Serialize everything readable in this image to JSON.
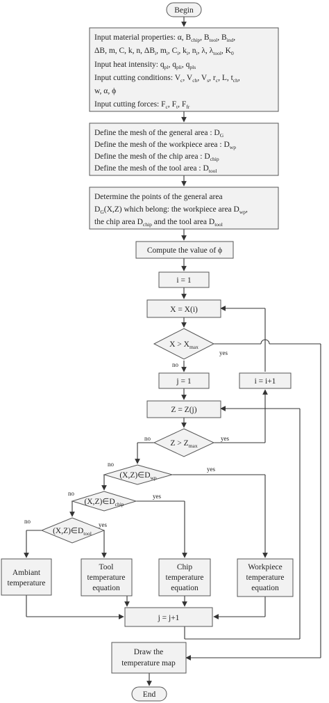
{
  "nodes": {
    "begin": "Begin",
    "input": [
      "Input material properties: α, B<chip>, B<tool>, B<ind>,",
      "ΔB, m, C, k, n, ΔB<i>, m<i>, C<i>, k<i>, n<i>, λ, λ<tool>, K<0>",
      "Input heat intensity: q<pl>, q<pli>, q<pls>",
      "Input  cutting conditions: V<c>, V<ch>, V<s>, r<c>, L, t<ch>,",
      "w, α, ϕ",
      "Input  cutting forces: F<c>, F<t>, F<fr>"
    ],
    "mesh": [
      "Define the mesh of the general area : D<G>",
      "Define the mesh of the workpiece area : D<wp>",
      "Define the mesh of the chip area : D<chip>",
      "Define the mesh of the tool area : D<tool>"
    ],
    "points": [
      "Determine the points of the general area",
      "D<G>(X,Z) which belong: the workpiece area D<wp>,",
      "the chip area D<chip> and the tool area D<tool>"
    ],
    "phi": "Compute the value of ϕ",
    "i1": "i = 1",
    "xxi": "X = X(i)",
    "xmax": "X > X<max>",
    "j1": "j = 1",
    "ii1": "i = i+1",
    "zzj": "Z = Z(j)",
    "zmax": "Z > Z<max>",
    "dwp": "(X,Z)∈D<wp>",
    "dchip": "(X,Z)∈D<chip>",
    "dtool": "(X,Z)∈D<tool>",
    "ambiant": [
      "Ambiant",
      "temperature"
    ],
    "tool_eq": [
      "Tool",
      "temperature",
      "equation"
    ],
    "chip_eq": [
      "Chip",
      "temperature",
      "equation"
    ],
    "wp_eq": [
      "Workpiece",
      "temperature",
      "equation"
    ],
    "jj1": "j = j+1",
    "draw": [
      "Draw the",
      "temperature map"
    ],
    "end": "End"
  },
  "edge_labels": {
    "xmax_no": "no",
    "xmax_yes": "yes",
    "zmax_no": "no",
    "zmax_yes": "yes",
    "dwp_no": "no",
    "dwp_yes": "yes",
    "dchip_no": "no",
    "dchip_yes": "yes",
    "dtool_no": "no",
    "dtool_yes": "yes"
  }
}
